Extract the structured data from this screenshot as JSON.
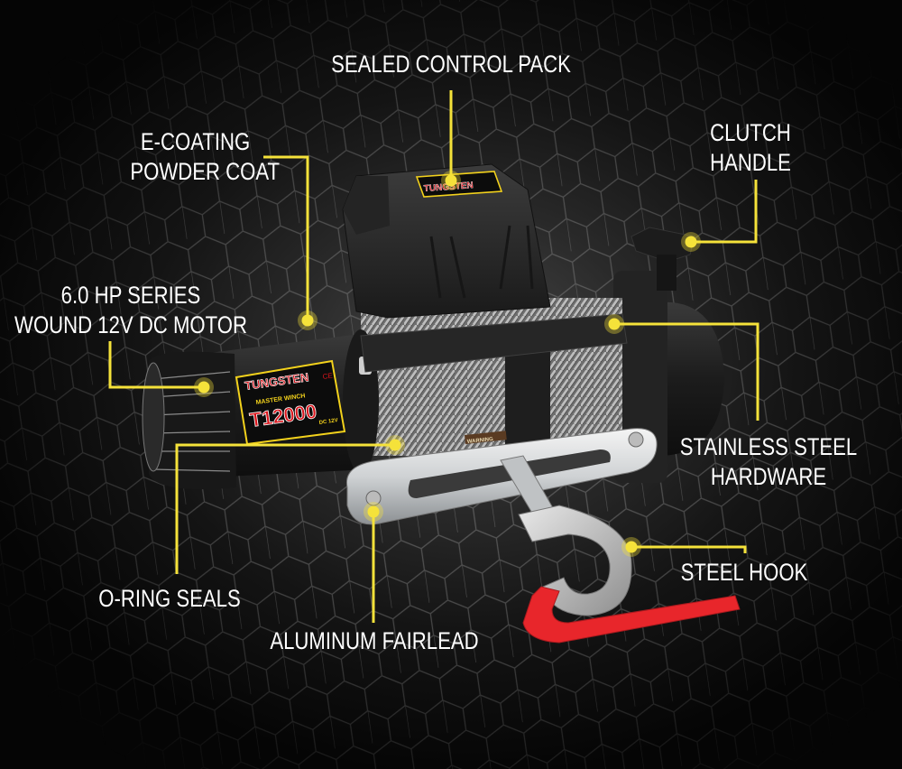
{
  "product": {
    "brand": "TUNGSTEN",
    "subtitle": "MASTER WINCH",
    "model": "T12000",
    "voltage": "DC 12V",
    "cert": "CE",
    "cover_brand": "TUNGSTEN",
    "warning_label": "WARNING"
  },
  "callouts": [
    {
      "id": "sealed-control-pack",
      "lines": [
        "SEALED CONTROL PACK"
      ]
    },
    {
      "id": "e-coating",
      "lines": [
        "E-COATING",
        "POWDER COAT"
      ]
    },
    {
      "id": "motor",
      "lines": [
        "6.0 HP SERIES",
        "WOUND 12V DC MOTOR"
      ]
    },
    {
      "id": "clutch-handle",
      "lines": [
        "CLUTCH",
        "HANDLE"
      ]
    },
    {
      "id": "stainless-steel",
      "lines": [
        "STAINLESS STEEL",
        "HARDWARE"
      ]
    },
    {
      "id": "o-ring",
      "lines": [
        "O-RING SEALS"
      ]
    },
    {
      "id": "fairlead",
      "lines": [
        "ALUMINUM FAIRLEAD"
      ]
    },
    {
      "id": "steel-hook",
      "lines": [
        "STEEL HOOK"
      ]
    }
  ],
  "colors": {
    "accent": "#f5e23a",
    "background": "#0b0b0b",
    "hex_grid": "#5a5a5a",
    "strap": "#e8262b",
    "label_red": "#d9141b",
    "label_yellow": "#f3d21c"
  }
}
